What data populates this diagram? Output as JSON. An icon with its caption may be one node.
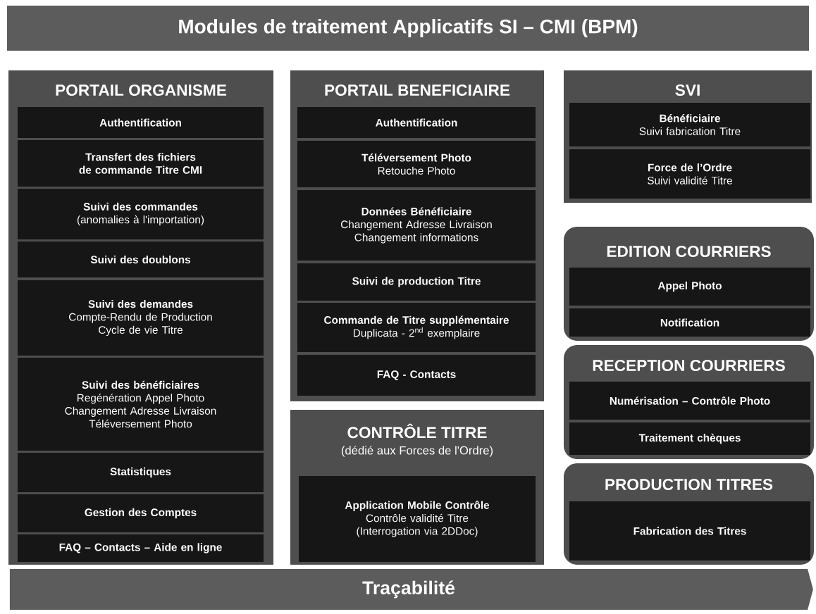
{
  "diagram": {
    "title": "Modules de traitement Applicatifs SI – CMI (BPM)",
    "nodes": [
      {
        "text": [
          "PORTAIL ORGANISME"
        ]
      },
      {
        "text": [
          "Authentification"
        ],
        "in": 0
      },
      {
        "text": [
          "Transfert des fichiers de commande Titre CMI"
        ],
        "in": 0
      },
      {
        "text": [
          "Suivi des commandes",
          "(anomalies à l'importation)"
        ],
        "in": 0
      },
      {
        "text": [
          "Suivi des doublons"
        ],
        "in": 0
      },
      {
        "text": [
          "Suivi des demandes",
          "Compte-Rendu de Production",
          "Cycle de vie Titre"
        ],
        "in": 0
      },
      {
        "text": [
          "Suivi des bénéficiaires",
          "Regénération Appel Photo",
          "Changement Adresse Livraison",
          "Téléversement Photo"
        ],
        "in": 0
      },
      {
        "text": [
          "Statistiques"
        ],
        "in": 0
      },
      {
        "text": [
          "Gestion des Comptes"
        ],
        "in": 0
      },
      {
        "text": [
          "FAQ – Contacts – Aide en ligne"
        ],
        "in": 0
      },
      {
        "text": [
          "PORTAIL BENEFICIAIRE"
        ]
      },
      {
        "text": [
          "Authentification"
        ],
        "in": 10
      },
      {
        "text": [
          "Téléversement Photo",
          "Retouche Photo"
        ],
        "in": 10
      },
      {
        "text": [
          "Données Bénéficiaire",
          "Changement Adresse Livraison",
          "Changement informations"
        ],
        "in": 10
      },
      {
        "text": [
          "Suivi de production Titre"
        ],
        "in": 10
      },
      {
        "text": [
          "Commande de Titre supplémentaire",
          "Duplicata - 2$^{nd}$ exemplaire"
        ],
        "in": 10
      },
      {
        "text": [
          "FAQ - Contacts"
        ],
        "in": 10
      },
      {
        "text": [
          "CONTRÔLE TITRE",
          "(dédié aux Forces de l'Ordre)"
        ]
      },
      {
        "text": [
          "Application Mobile Contrôle",
          "Contrôle validité Titre",
          "(Interrogation via 2DDoc)"
        ],
        "in": 17
      },
      {
        "text": [
          "SVI"
        ]
      },
      {
        "text": [
          "Bénéficiaire",
          "Suivi fabrication Titre"
        ],
        "in": 19
      },
      {
        "text": [
          "Force de l’Ordre",
          "Suivi validité Titre"
        ],
        "in": 19
      },
      {
        "text": [
          "EDITION COURRIERS"
        ]
      },
      {
        "text": [
          "Appel Photo"
        ],
        "in": 22
      },
      {
        "text": [
          "Notification"
        ],
        "in": 22
      },
      {
        "text": [
          "RECEPTION COURRIERS"
        ]
      },
      {
        "text": [
          "Numérisation – Contrôle Photo"
        ],
        "in": 25
      },
      {
        "text": [
          "Traitement chèques"
        ],
        "in": 25
      },
      {
        "text": [
          "PRODUCTION TITRES"
        ]
      },
      {
        "text": [
          "Fabrication des Titres"
        ],
        "in": 28
      },
      {
        "text": [
          "Traçabilité"
        ]
      }
    ]
  }
}
